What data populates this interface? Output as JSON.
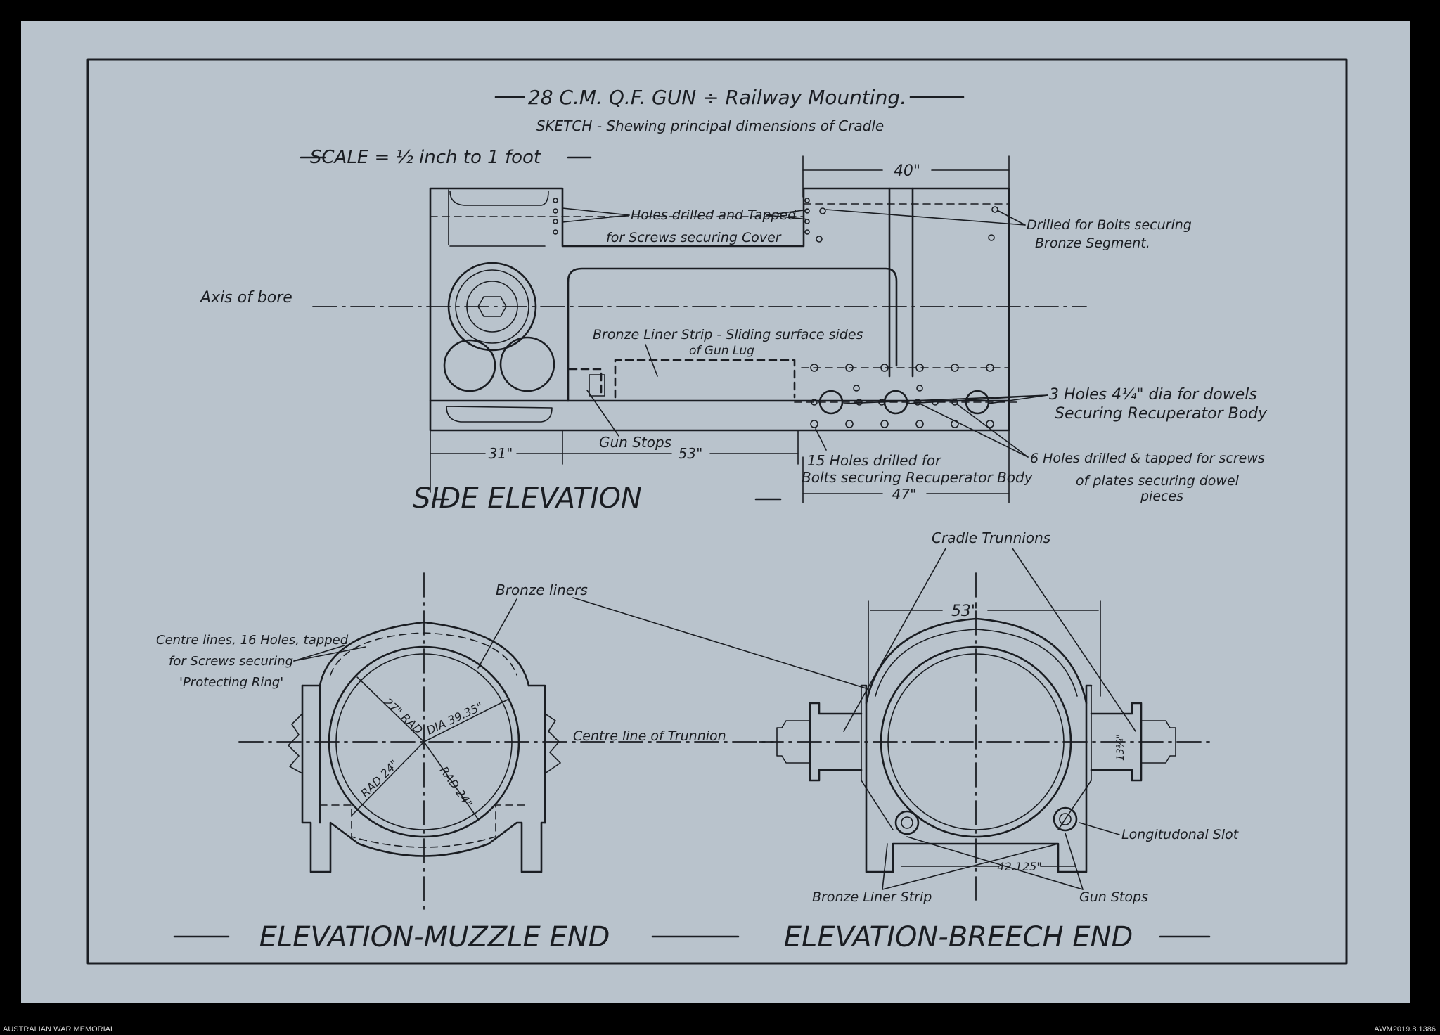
{
  "title": {
    "main": "28 C.M. Q.F. GUN ÷ Railway Mounting.",
    "sub": "SKETCH - Shewing principal dimensions of Cradle",
    "scale": "SCALE = ½ inch to 1 foot"
  },
  "side_elevation": {
    "heading": "SIDE ELEVATION",
    "axis_of_bore": "Axis of bore",
    "holes_cover_1": "Holes drilled and Tapped",
    "holes_cover_2": "for Screws securing Cover",
    "bronze_seg_1": "Drilled for Bolts securing",
    "bronze_seg_2": "Bronze Segment.",
    "liner_strip_1": "Bronze Liner Strip - Sliding surface sides",
    "liner_strip_2": "of Gun Lug",
    "dowels_1": "3 Holes 4¼\" dia for dowels",
    "dowels_2": "Securing Recuperator Body",
    "gun_stops": "Gun Stops",
    "holes15_1": "15 Holes drilled for",
    "holes15_2": "Bolts securing Recuperator Body",
    "holes6_1": "6 Holes drilled & tapped for screws",
    "holes6_2": "of plates securing dowel",
    "holes6_3": "pieces",
    "dim_40": "40\"",
    "dim_31": "31\"",
    "dim_53": "53\"",
    "dim_47": "47\""
  },
  "muzzle_end": {
    "heading": "ELEVATION-MUZZLE END",
    "bronze_liners": "Bronze liners",
    "centre_lines_1": "Centre lines, 16 Holes, tapped",
    "centre_lines_2": "for Screws securing",
    "centre_lines_3": "'Protecting Ring'",
    "rad_27": "27\" RAD",
    "dia": "DIA 39.35\"",
    "rad_24a": "RAD 24\"",
    "rad_24b": "RAD 24\"",
    "centre_line_trunnion": "Centre line of Trunnion"
  },
  "breech_end": {
    "heading": "ELEVATION-BREECH END",
    "cradle_trunnions": "Cradle Trunnions",
    "dim_53": "53\"",
    "dim_13": "13¾\"",
    "longitudinal_slot": "Longitudonal Slot",
    "dim_42": "42.125\"",
    "bronze_liner_strip": "Bronze Liner Strip",
    "gun_stops": "Gun Stops"
  },
  "footer": {
    "left": "AUSTRALIAN WAR MEMORIAL",
    "right": "AWM2019.8.1386"
  }
}
